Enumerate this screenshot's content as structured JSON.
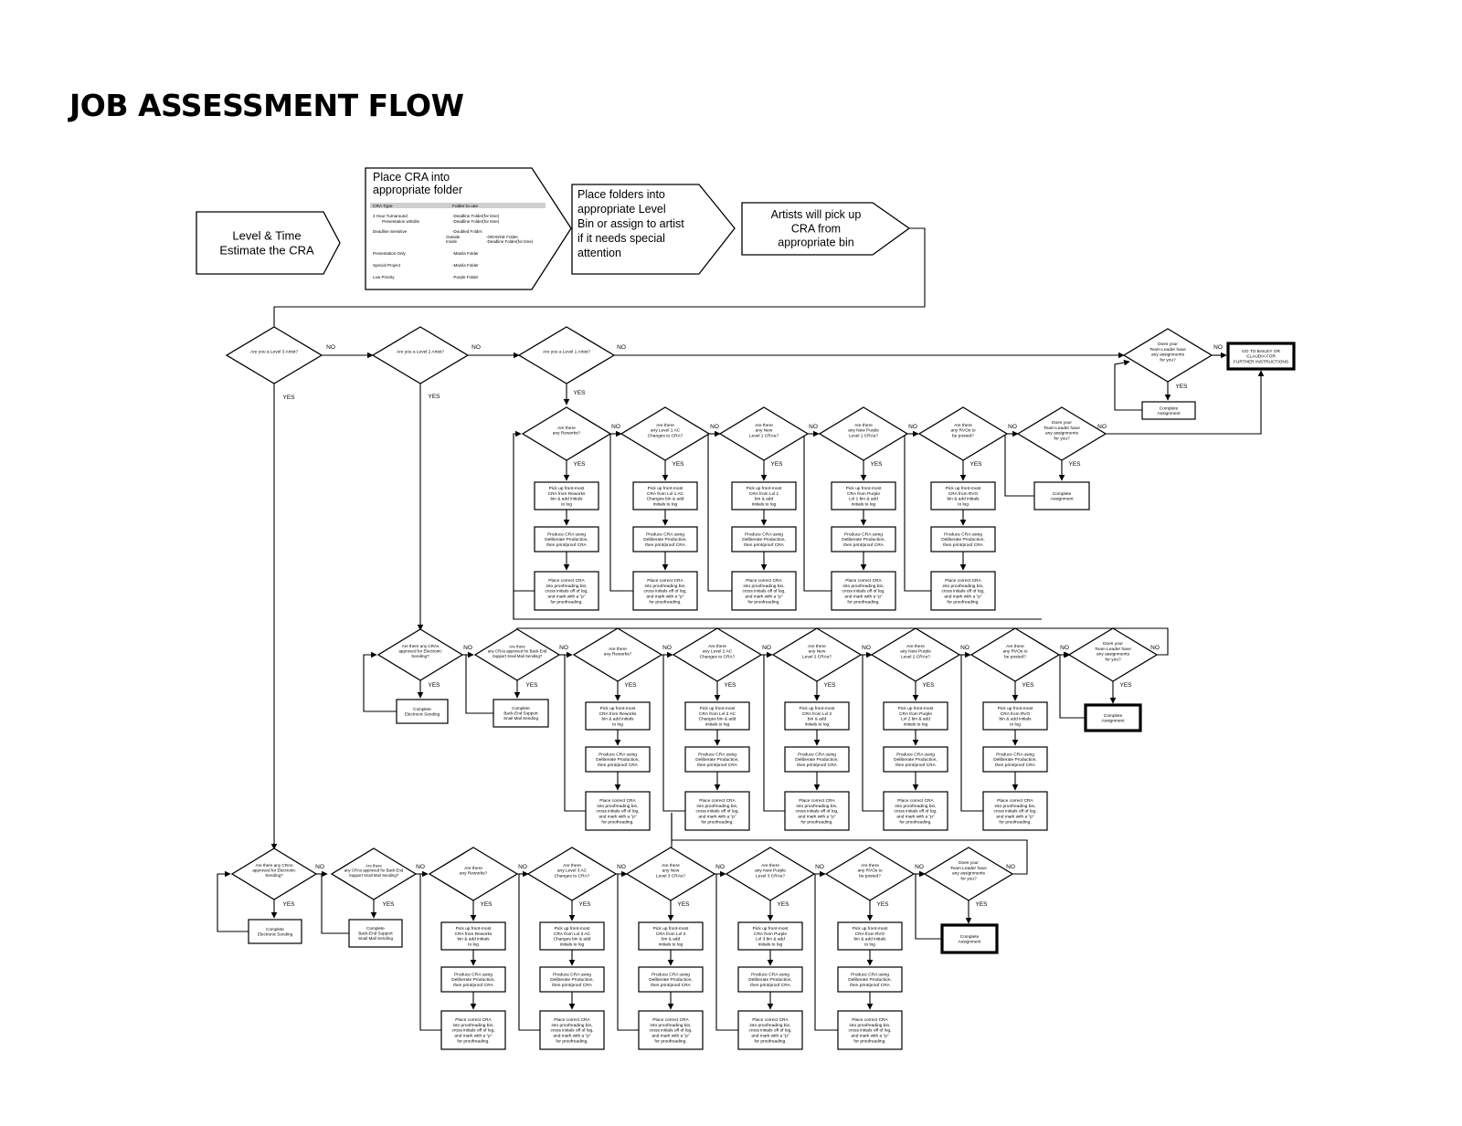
{
  "title": "JOB ASSESSMENT FLOW",
  "labels": {
    "yes": "YES",
    "no": "NO"
  },
  "top_flow": {
    "step1": [
      "Level & Time",
      "Estimate the CRA"
    ],
    "step2_title": [
      "Place CRA into",
      "appropriate folder"
    ],
    "step2_table_header": [
      "CRA Type",
      "Folder to use"
    ],
    "step2_table_rows": [
      [
        "3 Hour Turnaround",
        "-Deadline Folder(for time)"
      ],
      [
        "Presentation w/Edits",
        "-Deadline Folder(for time)"
      ],
      [
        "Deadline Sensitive",
        "-Doubled Folder:"
      ],
      [
        "Outside",
        "-ORANGE Folder"
      ],
      [
        "Inside",
        "-Deadline Folder(for time)"
      ],
      [
        "Presentation Only",
        "-Manila Folder"
      ],
      [
        "Special Project",
        "-Manila Folder"
      ],
      [
        "Low Priority",
        "-Purple Folder"
      ]
    ],
    "step3": [
      "Place folders into",
      "appropriate Level",
      "Bin or assign to artist",
      "if it needs special",
      "attention"
    ],
    "step4": [
      "Artists will pick up",
      "CRA from",
      "appropriate bin"
    ]
  },
  "level_questions": [
    "Are you a Level 3 Artist?",
    "Are you a Level 2 Artist?",
    "Are you a Level 1 Artist?"
  ],
  "team_leader_top": {
    "question": [
      "Does your",
      "Team Leader have",
      "any assignments",
      "for you?"
    ],
    "complete": [
      "Complete",
      "Assignment"
    ],
    "goto": [
      "GO TO BAILEY OR",
      "CLAUDIA FOR",
      "FURTHER INSTRUCTIONS"
    ]
  },
  "common": {
    "produce": [
      "Produce CRA using",
      "Deliberate Production,",
      "then print/proof CRA"
    ],
    "place": [
      "Place correct CRA",
      "into proofreading bin,",
      "cross initials off of log,",
      "and mark with a \"p\"",
      "for proofreading."
    ],
    "complete": [
      "Complete",
      "Assignment"
    ],
    "team_leader": [
      "Does your",
      "Team Leader have",
      "any assignments",
      "for you?"
    ]
  },
  "level1": {
    "questions": [
      [
        "Are there",
        "any Reworks?"
      ],
      [
        "Are there",
        "any Level 1 AC",
        "Changes to CRA?"
      ],
      [
        "Are there",
        "any New",
        "Level 1 CRAs?"
      ],
      [
        "Are there",
        "any New Purple",
        "Level 1 CRAs?"
      ],
      [
        "Are there",
        "any RVOs to",
        "be posted?"
      ]
    ],
    "pickups": [
      [
        "Pick up front-most",
        "CRA from Reworks",
        "bin & add initials",
        "to log"
      ],
      [
        "Pick up front-most",
        "CRA from Lvl 1 AC",
        "Changes bin & add",
        "initials to log"
      ],
      [
        "Pick up front-most",
        "CRA from Lvl 1",
        "bin & add",
        "initials to log"
      ],
      [
        "Pick up front-most",
        "CRA from Purple",
        "Lvl 1 bin & add",
        "initials to log"
      ],
      [
        "Pick up front-most",
        "CRA from RVO",
        "bin & add initials",
        "to log"
      ]
    ]
  },
  "level2": {
    "electronic_q": [
      "Are there any CRAs",
      "approved for Electronic",
      "Sending?"
    ],
    "electronic_complete": [
      "Complete",
      "Electronic Sending"
    ],
    "snail_q": [
      "Are there",
      "any CRAs approved for Back-End",
      "Support Snail Mail Sending?"
    ],
    "snail_complete": [
      "Complete",
      "Back-End Support",
      "Snail Mail Sending"
    ],
    "questions": [
      [
        "Are there",
        "any Reworks?"
      ],
      [
        "Are there",
        "any Level 2 AC",
        "Changes to CRA?"
      ],
      [
        "Are there",
        "any New",
        "Level 2 CRAs?"
      ],
      [
        "Are there",
        "any New Purple",
        "Level 2 CRAs?"
      ],
      [
        "Are there",
        "any RVOs to",
        "be posted?"
      ]
    ],
    "pickups": [
      [
        "Pick up front-most",
        "CRA from Reworks",
        "bin & add initials",
        "to log"
      ],
      [
        "Pick up front-most",
        "CRA from Lvl 2 AC",
        "Changes bin & add",
        "initials to log"
      ],
      [
        "Pick up front-most",
        "CRA from Lvl 2",
        "bin & add",
        "initials to log"
      ],
      [
        "Pick up front-most",
        "CRA from Purple",
        "Lvl 2 bin & add",
        "initials to log"
      ],
      [
        "Pick up front-most",
        "CRA from RVO",
        "bin & add initials",
        "to log"
      ]
    ]
  },
  "level3": {
    "electronic_q": [
      "Are there any CRAs",
      "approved for Electronic",
      "Sending?"
    ],
    "electronic_complete": [
      "Complete",
      "Electronic Sending"
    ],
    "snail_q": [
      "Are there",
      "any CRAs approved for Back-End",
      "Support Snail Mail Sending?"
    ],
    "snail_complete": [
      "Complete",
      "Back-End Support",
      "Snail Mail Sending"
    ],
    "questions": [
      [
        "Are there",
        "any Reworks?"
      ],
      [
        "Are there",
        "any Level 3 AC",
        "Changes to CRA?"
      ],
      [
        "Are there",
        "any New",
        "Level 3 CRAs?"
      ],
      [
        "Are there",
        "any New Purple",
        "Level 3 CRAs?"
      ],
      [
        "Are there",
        "any RVOs to",
        "be posted?"
      ]
    ],
    "pickups": [
      [
        "Pick up front-most",
        "CRA from Reworks",
        "bin & add initials",
        "to log"
      ],
      [
        "Pick up front-most",
        "CRA from Lvl 3 AC",
        "Changes bin & add",
        "initials to log"
      ],
      [
        "Pick up front-most",
        "CRA from Lvl 3",
        "bin & add",
        "initials to log"
      ],
      [
        "Pick up front-most",
        "CRA from Purple",
        "Lvl 3 bin & add",
        "initials to log"
      ],
      [
        "Pick up front-most",
        "CRA from RVO",
        "bin & add initials",
        "to log"
      ]
    ]
  }
}
